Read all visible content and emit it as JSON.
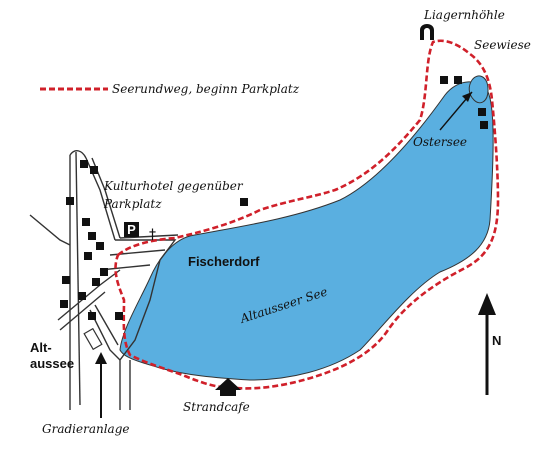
{
  "legend": {
    "label": "Seerundweg, beginn Parkplatz"
  },
  "labels": {
    "liagernhoehle": "Liagernhöhle",
    "seewiese": "Seewiese",
    "ostersee": "Ostersee",
    "kulturhotel_line1": "Kulturhotel gegenüber",
    "kulturhotel_line2": "Parkplatz",
    "fischerdorf": "Fischerdorf",
    "lake": "Altausseer See",
    "altaussee_line1": "Alt-",
    "altaussee_line2": "aussee",
    "strandcafe": "Strandcafe",
    "gradieranlage": "Gradieranlage",
    "north": "N",
    "parking": "P",
    "church": "†"
  },
  "colors": {
    "lake": "#5aafe0",
    "route": "#d0202a",
    "road": "#333333",
    "building": "#111111"
  },
  "icons": [
    "cave-icon",
    "parking-icon",
    "church-icon",
    "north-arrow-icon",
    "strandcafe-house-icon"
  ]
}
